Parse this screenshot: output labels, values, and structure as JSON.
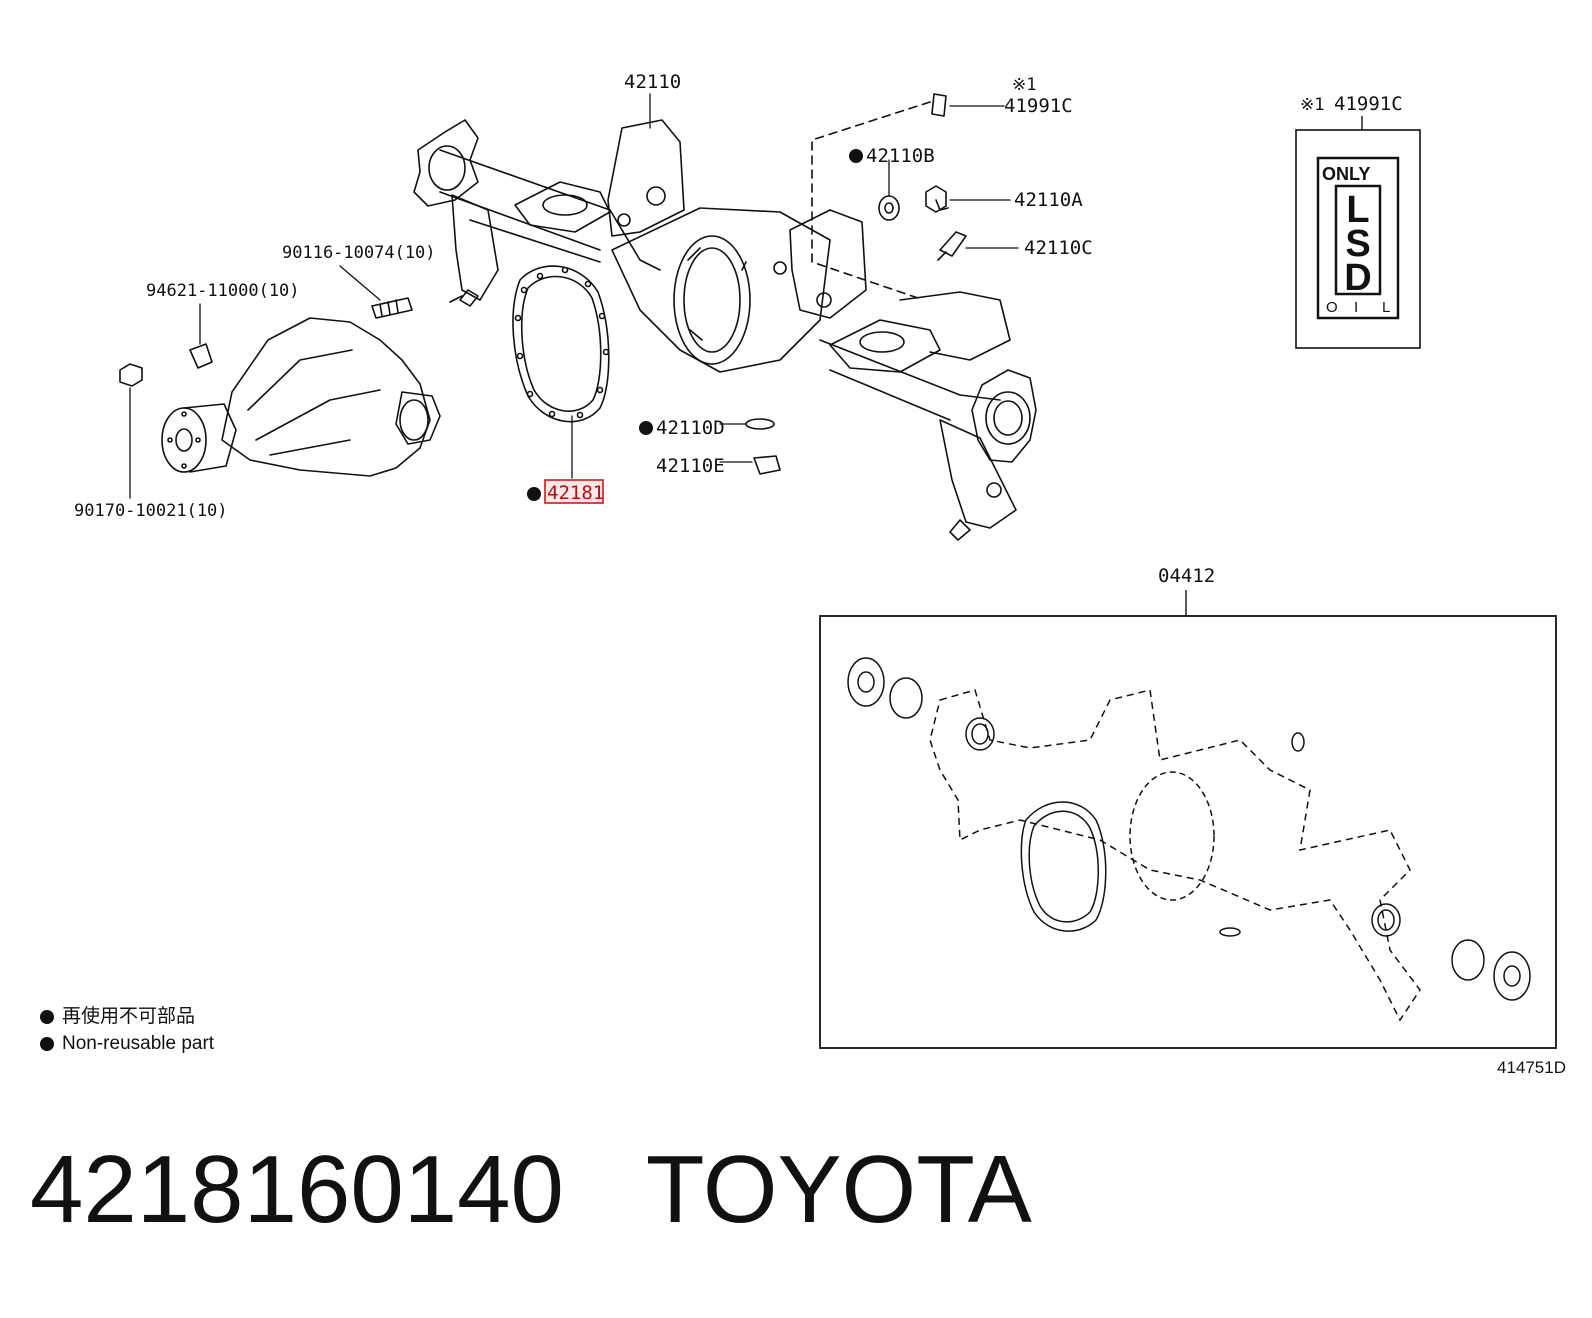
{
  "labels": {
    "p42110": "42110",
    "mark1": "※1",
    "p41991C": "41991C",
    "p42110B": "42110B",
    "p42110A": "42110A",
    "p42110C": "42110C",
    "p90116": "90116-10074(10)",
    "p94621": "94621-11000(10)",
    "p90170": "90170-10021(10)",
    "p42110D": "42110D",
    "p42110E": "42110E",
    "p42181": "42181",
    "p04412": "04412"
  },
  "plate": {
    "mark": "※1",
    "part": "41991C",
    "top": "ONLY",
    "letters": [
      "L",
      "S",
      "D"
    ],
    "bottom": [
      "O",
      "I",
      "L"
    ]
  },
  "legend": {
    "ja": "再使用不可部品",
    "en": "Non-reusable part"
  },
  "diagram_code": "414751D",
  "footer": {
    "part_number": "4218160140",
    "brand": "TOYOTA"
  },
  "colors": {
    "highlight": "#d01818",
    "line": "#111111"
  }
}
